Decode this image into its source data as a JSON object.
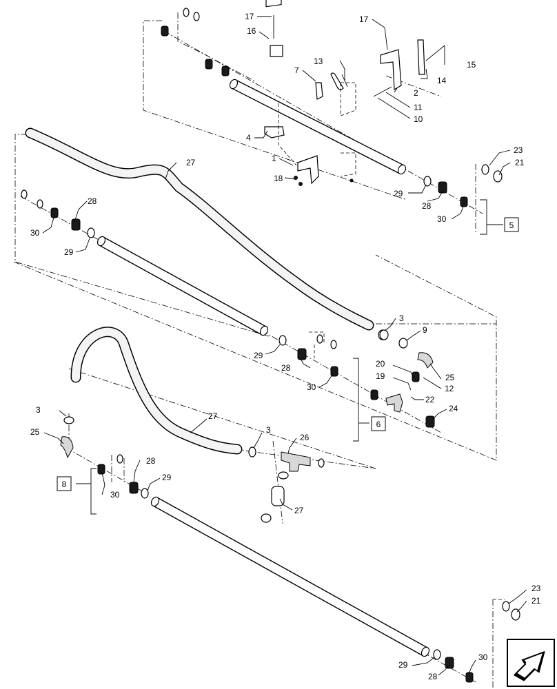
{
  "callouts": {
    "c1": "1",
    "c2": "2",
    "c3a": "3",
    "c3b": "3",
    "c3c": "3",
    "c4": "4",
    "c7": "7",
    "c9": "9",
    "c10": "10",
    "c11": "11",
    "c12": "12",
    "c13": "13",
    "c14": "14",
    "c15": "15",
    "c16": "16",
    "c17a": "17",
    "c17b": "17",
    "c18": "18",
    "c19": "19",
    "c20": "20",
    "c21a": "21",
    "c21b": "21",
    "c22": "22",
    "c23a": "23",
    "c23b": "23",
    "c24": "24",
    "c25a": "25",
    "c25b": "25",
    "c26": "26",
    "c27a": "27",
    "c27b": "27",
    "c27c": "27",
    "c28a": "28",
    "c28b": "28",
    "c28c": "28",
    "c28d": "28",
    "c28e": "28",
    "c29a": "29",
    "c29b": "29",
    "c29c": "29",
    "c29d": "29",
    "c29e": "29",
    "c30a": "30",
    "c30b": "30",
    "c30c": "30",
    "c30d": "30",
    "c30e": "30"
  },
  "boxes": {
    "b5": "5",
    "b6": "6",
    "b8": "8"
  },
  "nav_icon": "arrow-icon"
}
